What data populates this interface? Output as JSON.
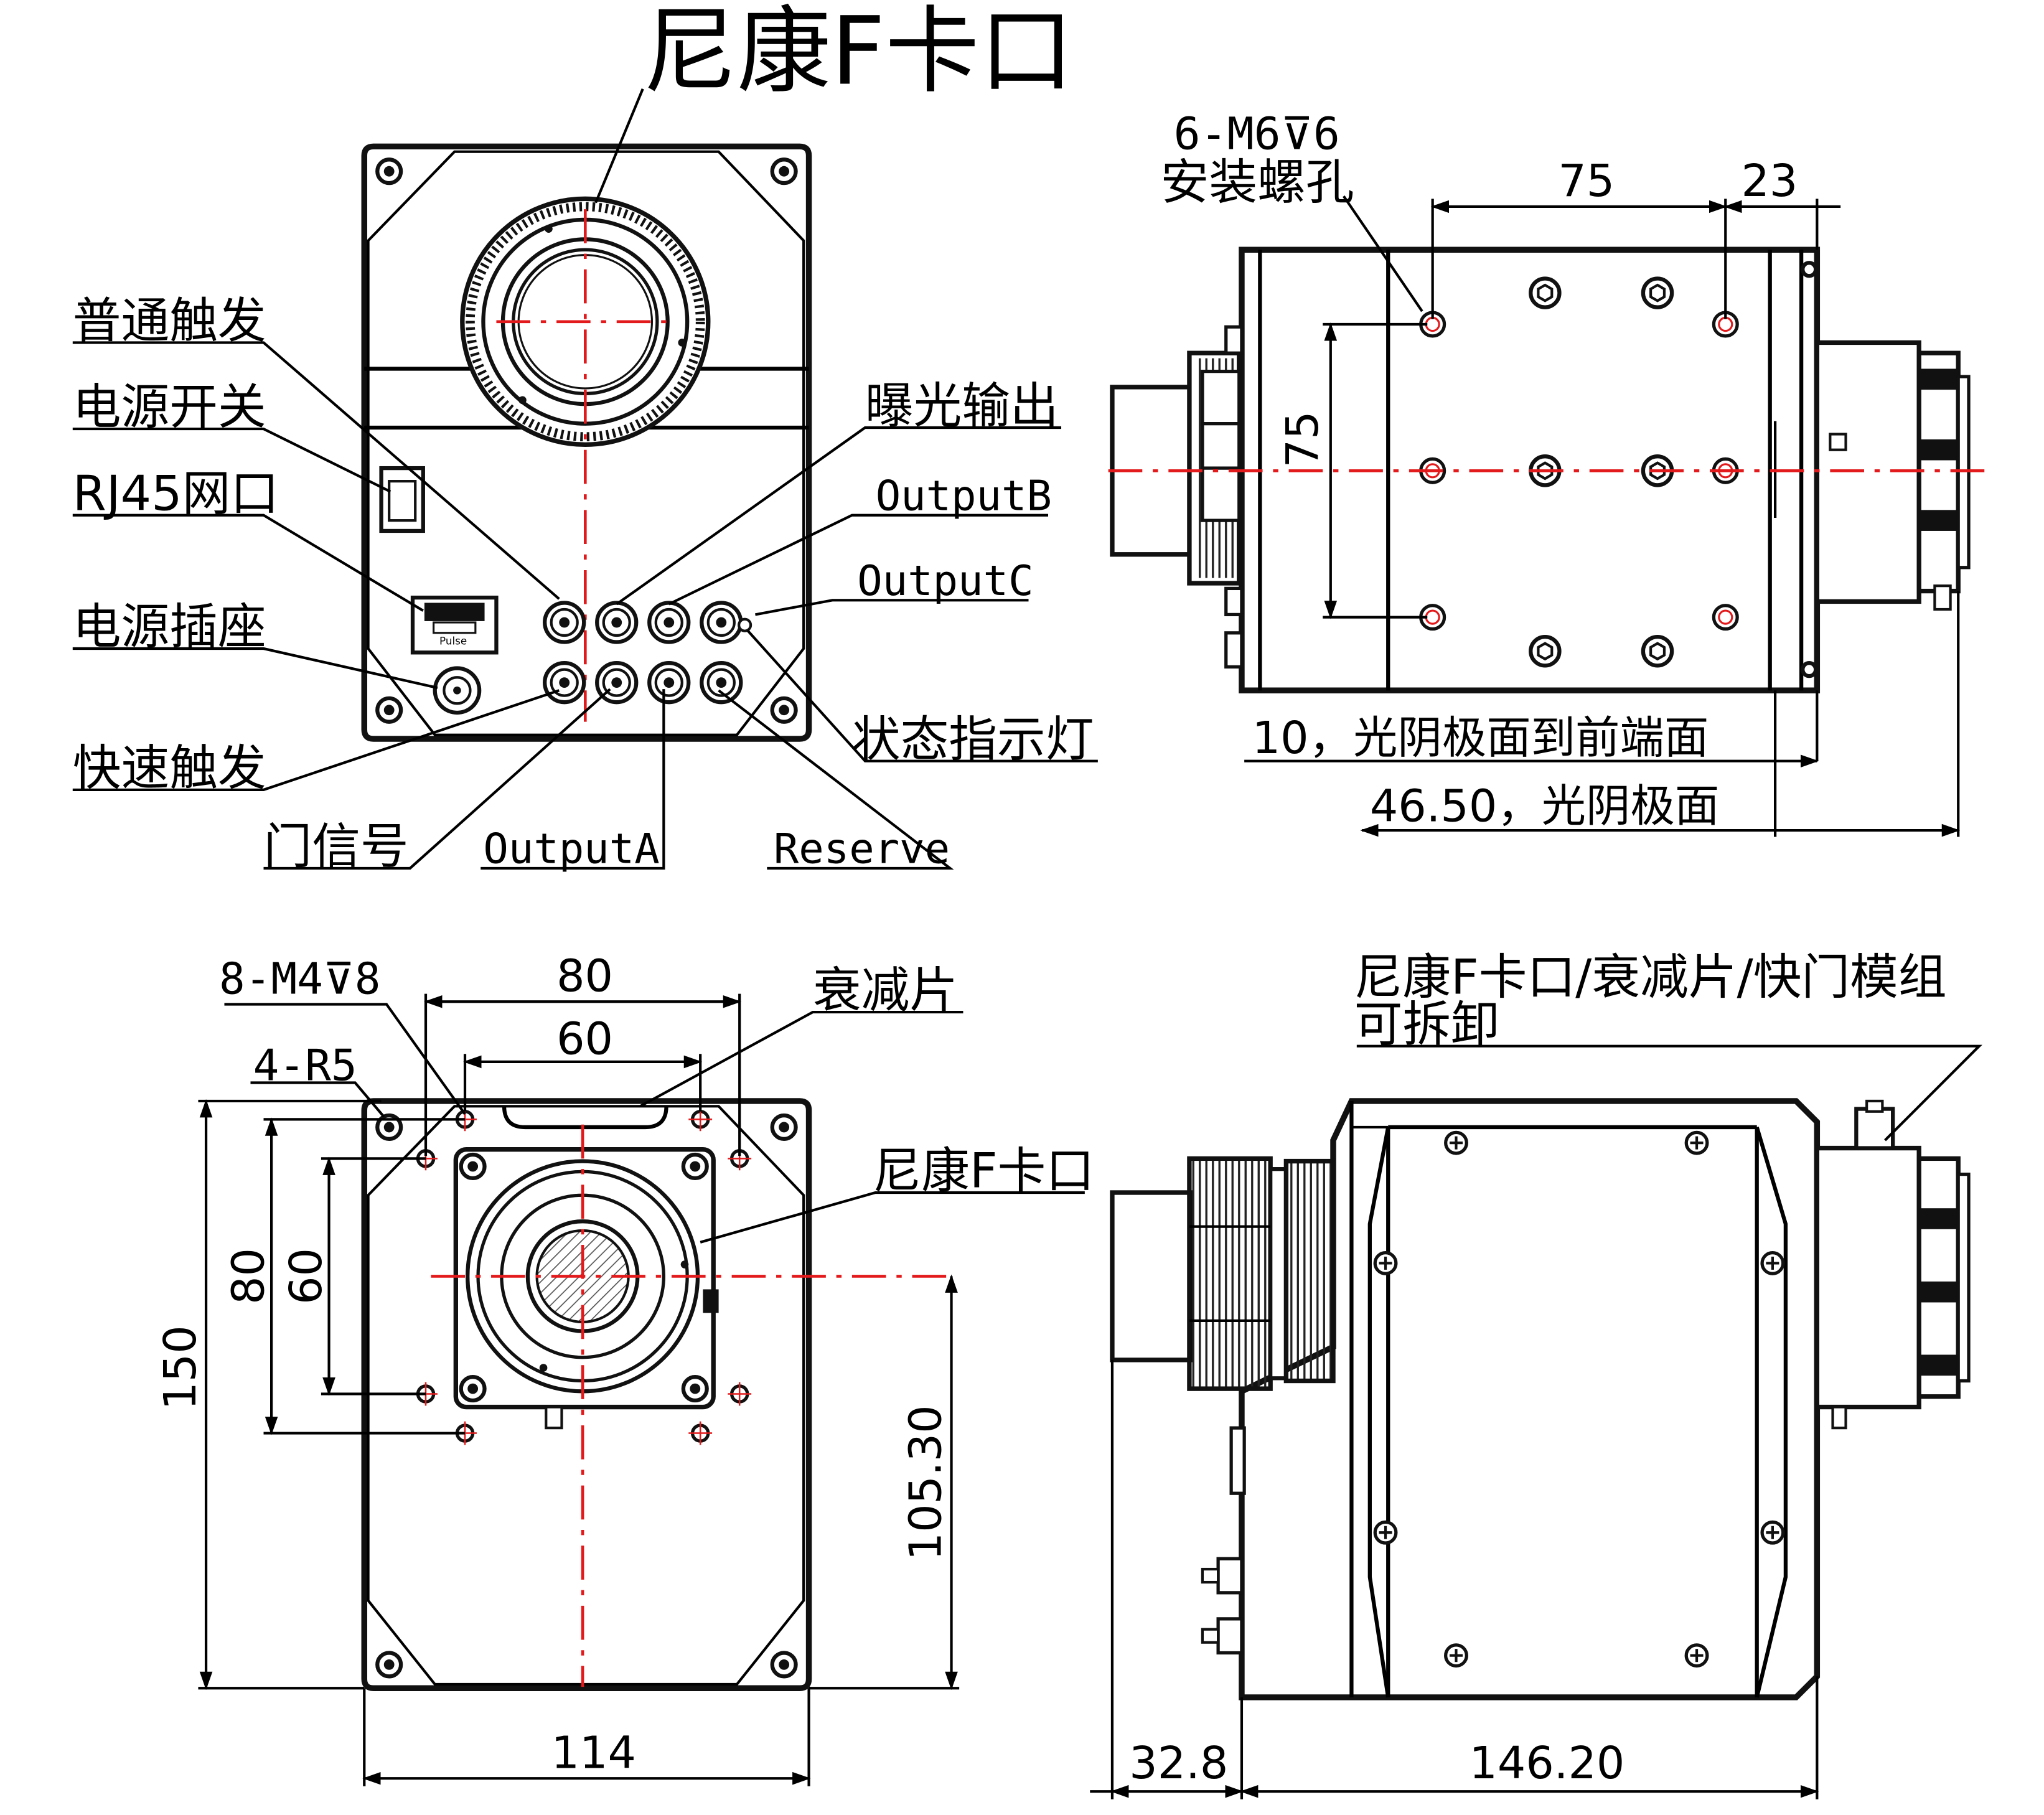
{
  "front_view": {
    "labels": {
      "nikon_mount": "尼康F卡口",
      "normal_trigger": "普通触发",
      "power_switch": "电源开关",
      "rj45": "RJ45网口",
      "power_socket": "电源插座",
      "fast_trigger": "快速触发",
      "gate_signal": "门信号",
      "output_a": "OutputA",
      "reserve": "Reserve",
      "exposure_output": "曝光输出",
      "output_b": "OutputB",
      "output_c": "OutputC",
      "status_light": "状态指示灯",
      "rj45_port_text": "Pulse"
    }
  },
  "top_view": {
    "labels": {
      "mount_holes_line1": "6-M6⊽6",
      "mount_holes_line2": "安装螺孔",
      "dim_75_horizontal": "75",
      "dim_23": "23",
      "dim_75_vertical": "75",
      "dim_cathode_front": "10，光阴极面到前端面",
      "dim_cathode": "46.50，光阴极面"
    }
  },
  "rear_view": {
    "labels": {
      "holes_8m4": "8-M4⊽8",
      "radius": "4-R5",
      "dim_80_top": "80",
      "dim_60_top": "60",
      "attenuator": "衰减片",
      "nikon_mount": "尼康F卡口",
      "dim_80_left": "80",
      "dim_60_left": "60",
      "dim_150": "150",
      "dim_105_30": "105.30",
      "dim_114": "114"
    }
  },
  "side_view": {
    "labels": {
      "removable_line1": "尼康F卡口/衰减片/快门模组",
      "removable_line2": "可拆卸",
      "dim_32_8": "32.8",
      "dim_146_20": "146.20"
    }
  }
}
